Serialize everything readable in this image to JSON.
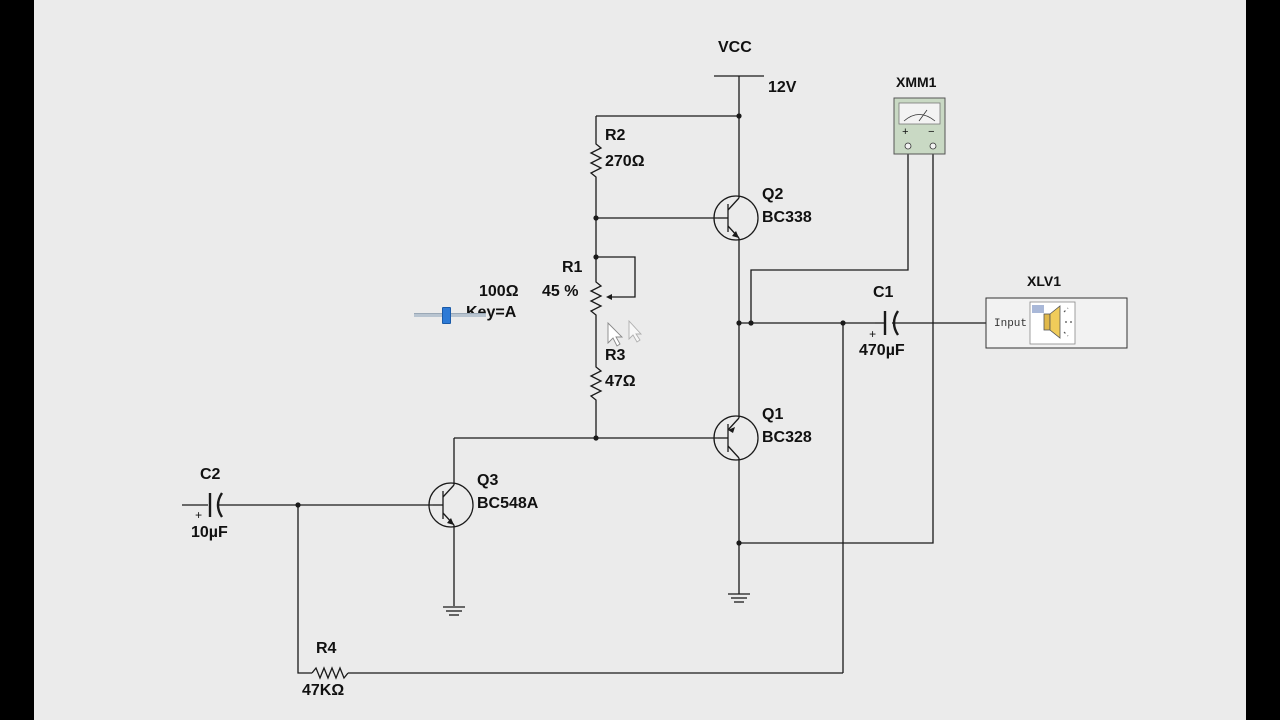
{
  "schematic": {
    "supply": {
      "name": "VCC",
      "voltage": "12V"
    },
    "multimeter": {
      "name": "XMM1",
      "plus": "+",
      "minus": "−"
    },
    "speaker": {
      "name": "XLV1",
      "port": "Input"
    },
    "potentiometer": {
      "name": "R1",
      "value": "100Ω",
      "percent": "45 %",
      "key": "Key=A",
      "slider_fraction": 0.45
    },
    "components": {
      "R2": {
        "name": "R2",
        "value": "270Ω"
      },
      "R3": {
        "name": "R3",
        "value": "47Ω"
      },
      "R4": {
        "name": "R4",
        "value": "47KΩ"
      },
      "C1": {
        "name": "C1",
        "value": "470µF",
        "polarity": "+"
      },
      "C2": {
        "name": "C2",
        "value": "10µF",
        "polarity": "+"
      },
      "Q1": {
        "name": "Q1",
        "part": "BC328"
      },
      "Q2": {
        "name": "Q2",
        "part": "BC338"
      },
      "Q3": {
        "name": "Q3",
        "part": "BC548A"
      }
    }
  },
  "colors": {
    "wire": "#1a1a1a",
    "background": "#ebebeb",
    "slider_thumb": "#2d7ad6",
    "meter_body": "#c9d9c4"
  }
}
